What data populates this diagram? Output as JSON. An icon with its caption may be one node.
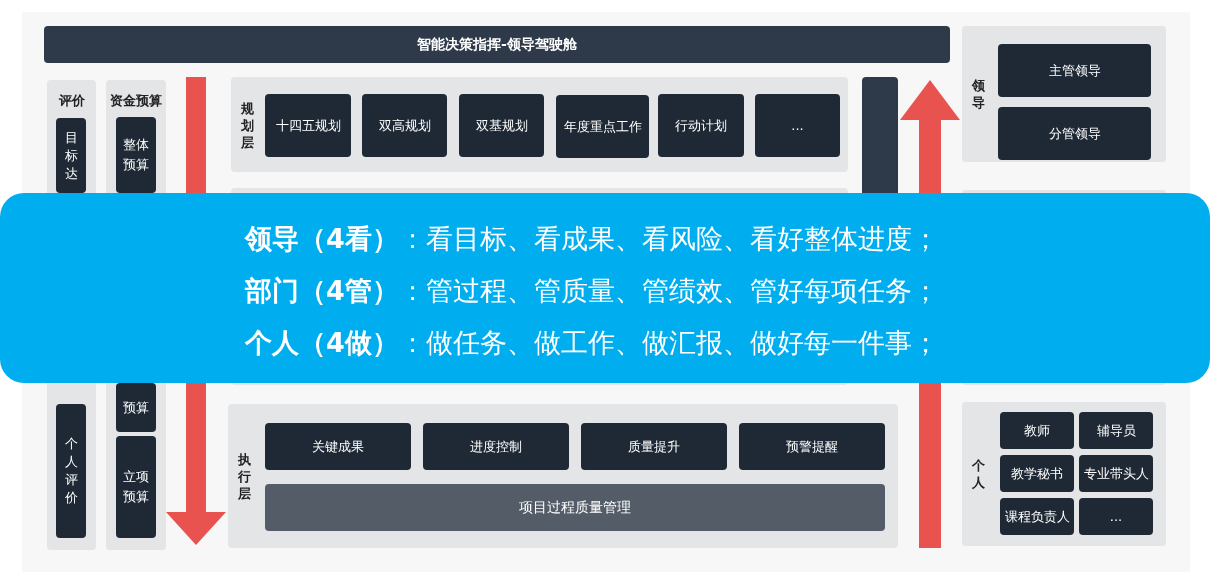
{
  "diagram": {
    "nodes": [
      {
        "text": [
          "智能决策指挥-领导驾驶舱"
        ]
      },
      {
        "text": [
          "评价"
        ]
      },
      {
        "text": [
          "目标达"
        ],
        "in": 1
      },
      {
        "text": [
          "个人评价"
        ],
        "in": 1
      },
      {
        "text": [
          "资金预算"
        ]
      },
      {
        "text": [
          "整体预算"
        ],
        "in": 4
      },
      {
        "text": [
          "预算"
        ],
        "in": 4
      },
      {
        "text": [
          "立项预算"
        ],
        "in": 4
      },
      {
        "text": [
          "规划层"
        ]
      },
      {
        "text": [
          "十四五规划"
        ],
        "in": 8
      },
      {
        "text": [
          "双高规划"
        ],
        "in": 8
      },
      {
        "text": [
          "双基规划"
        ],
        "in": 8
      },
      {
        "text": [
          "年度重点工作"
        ],
        "in": 8
      },
      {
        "text": [
          "行动计划"
        ],
        "in": 8
      },
      {
        "text": [
          "..."
        ],
        "in": 8
      },
      {
        "text": [
          "执行层"
        ]
      },
      {
        "text": [
          "关键成果"
        ],
        "in": 15
      },
      {
        "text": [
          "进度控制"
        ],
        "in": 15
      },
      {
        "text": [
          "质量提升"
        ],
        "in": 15
      },
      {
        "text": [
          "预警提醒"
        ],
        "in": 15
      },
      {
        "text": [
          "项目过程质量管理"
        ],
        "in": 15
      },
      {
        "text": [
          "领导"
        ]
      },
      {
        "text": [
          "主管领导"
        ],
        "in": 21
      },
      {
        "text": [
          "分管领导"
        ],
        "in": 21
      },
      {
        "text": [
          "个人"
        ]
      },
      {
        "text": [
          "教师"
        ],
        "in": 24
      },
      {
        "text": [
          "辅导员"
        ],
        "in": 24
      },
      {
        "text": [
          "教学秘书"
        ],
        "in": 24
      },
      {
        "text": [
          "专业带头人"
        ],
        "in": 24
      },
      {
        "text": [
          "课程负责人"
        ],
        "in": 24
      },
      {
        "text": [
          "..."
        ],
        "in": 24
      },
      {
        "text": [],
        "shape": "bar"
      },
      {
        "text": [
          "**领导（4看）**：看目标、看成果、看风险、看好整体进度；",
          "**部门（4管）**：管过程、管质量、管绩效、管好每项任务；",
          "**个人（4做）**：做任务、做工作、做汇报、做好每一件事；"
        ]
      }
    ]
  }
}
